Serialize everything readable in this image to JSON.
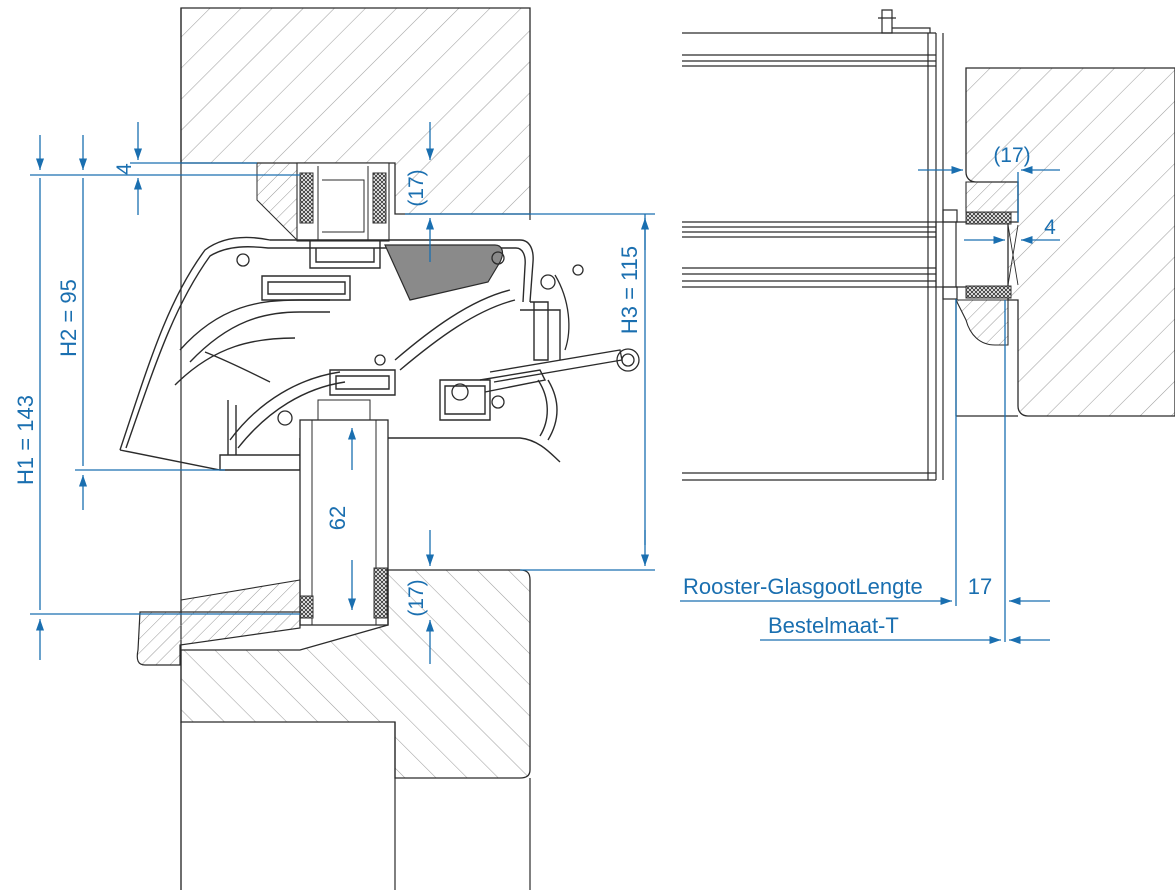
{
  "colors": {
    "dimension": "#1a6fb0",
    "outline": "#2b2b2b",
    "hatch": "#9a9a9a",
    "gasket": "#444444",
    "fill_dark": "#8a8a8a",
    "background": "#ffffff"
  },
  "left_section": {
    "dimensions": {
      "h1": "H1 = 143",
      "h2": "H2 = 95",
      "h3": "H3 = 115",
      "gap_top": "4",
      "clear_top": "(17)",
      "clear_bottom": "(17)",
      "panel": "62"
    }
  },
  "right_section": {
    "dimensions": {
      "clear": "(17)",
      "gap": "4",
      "offset": "17"
    },
    "labels": {
      "grid_length": "Rooster-GlasgootLengte",
      "order_size": "Bestelmaat-T"
    }
  }
}
